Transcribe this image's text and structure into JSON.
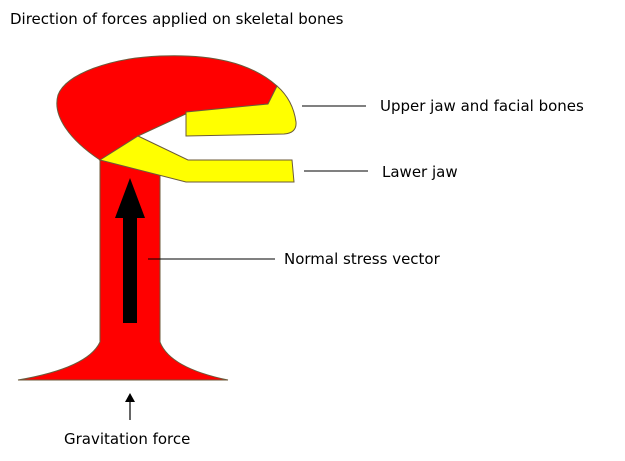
{
  "diagram": {
    "title": "Direction of forces applied on skeletal bones",
    "labels": {
      "upper_jaw": "Upper jaw and facial bones",
      "lower_jaw": "Lawer jaw",
      "stress_vector": "Normal stress vector",
      "gravitation": "Gravitation force"
    }
  },
  "colors": {
    "skull": "#ff0000",
    "jaw": "#ffff00",
    "outline": "#6b5a3a",
    "arrow": "#000000",
    "leader_line": "#000000"
  }
}
